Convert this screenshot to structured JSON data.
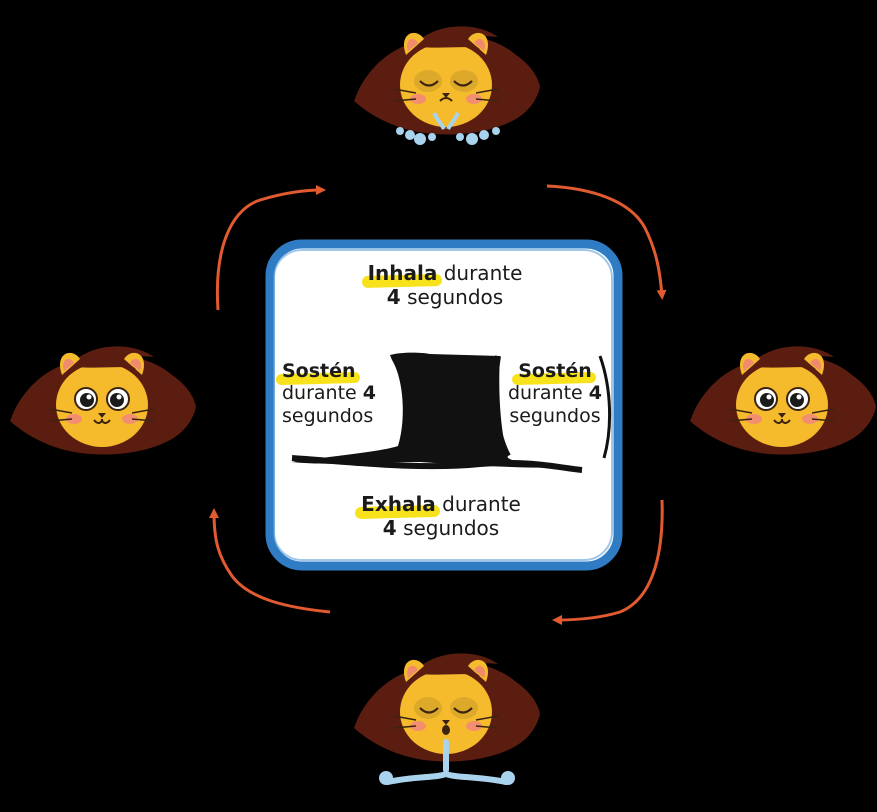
{
  "colors": {
    "background": "#000000",
    "box_border": "#2f7cc5",
    "box_fill": "#ffffff",
    "arrow": "#e25a2f",
    "highlight": "#f7e21c",
    "mane": "#5b1d10",
    "face": "#f5bb2c",
    "breath": "#a9d3ec"
  },
  "steps": {
    "inhale": {
      "verb": "Inhala",
      "rest": " durante",
      "line2_num": "4",
      "line2_text": " segundos"
    },
    "hold_left": {
      "verb": "Sostén",
      "line2_text": "durante ",
      "line2_num": "4",
      "line3_text": "segundos"
    },
    "hold_right": {
      "verb": "Sostén",
      "line2_text": "durante ",
      "line2_num": "4",
      "line3_text": "segundos"
    },
    "exhale": {
      "verb": "Exhala",
      "rest": " durante",
      "line2_num": "4",
      "line2_text": " segundos"
    }
  },
  "characters": [
    {
      "name": "lion-inhaling",
      "eyes": "closed",
      "breath": "in"
    },
    {
      "name": "lion-holding-right",
      "eyes": "open",
      "breath": "none"
    },
    {
      "name": "lion-exhaling",
      "eyes": "closed",
      "breath": "out"
    },
    {
      "name": "lion-holding-left",
      "eyes": "open",
      "breath": "none"
    }
  ],
  "cycle_direction": "clockwise"
}
